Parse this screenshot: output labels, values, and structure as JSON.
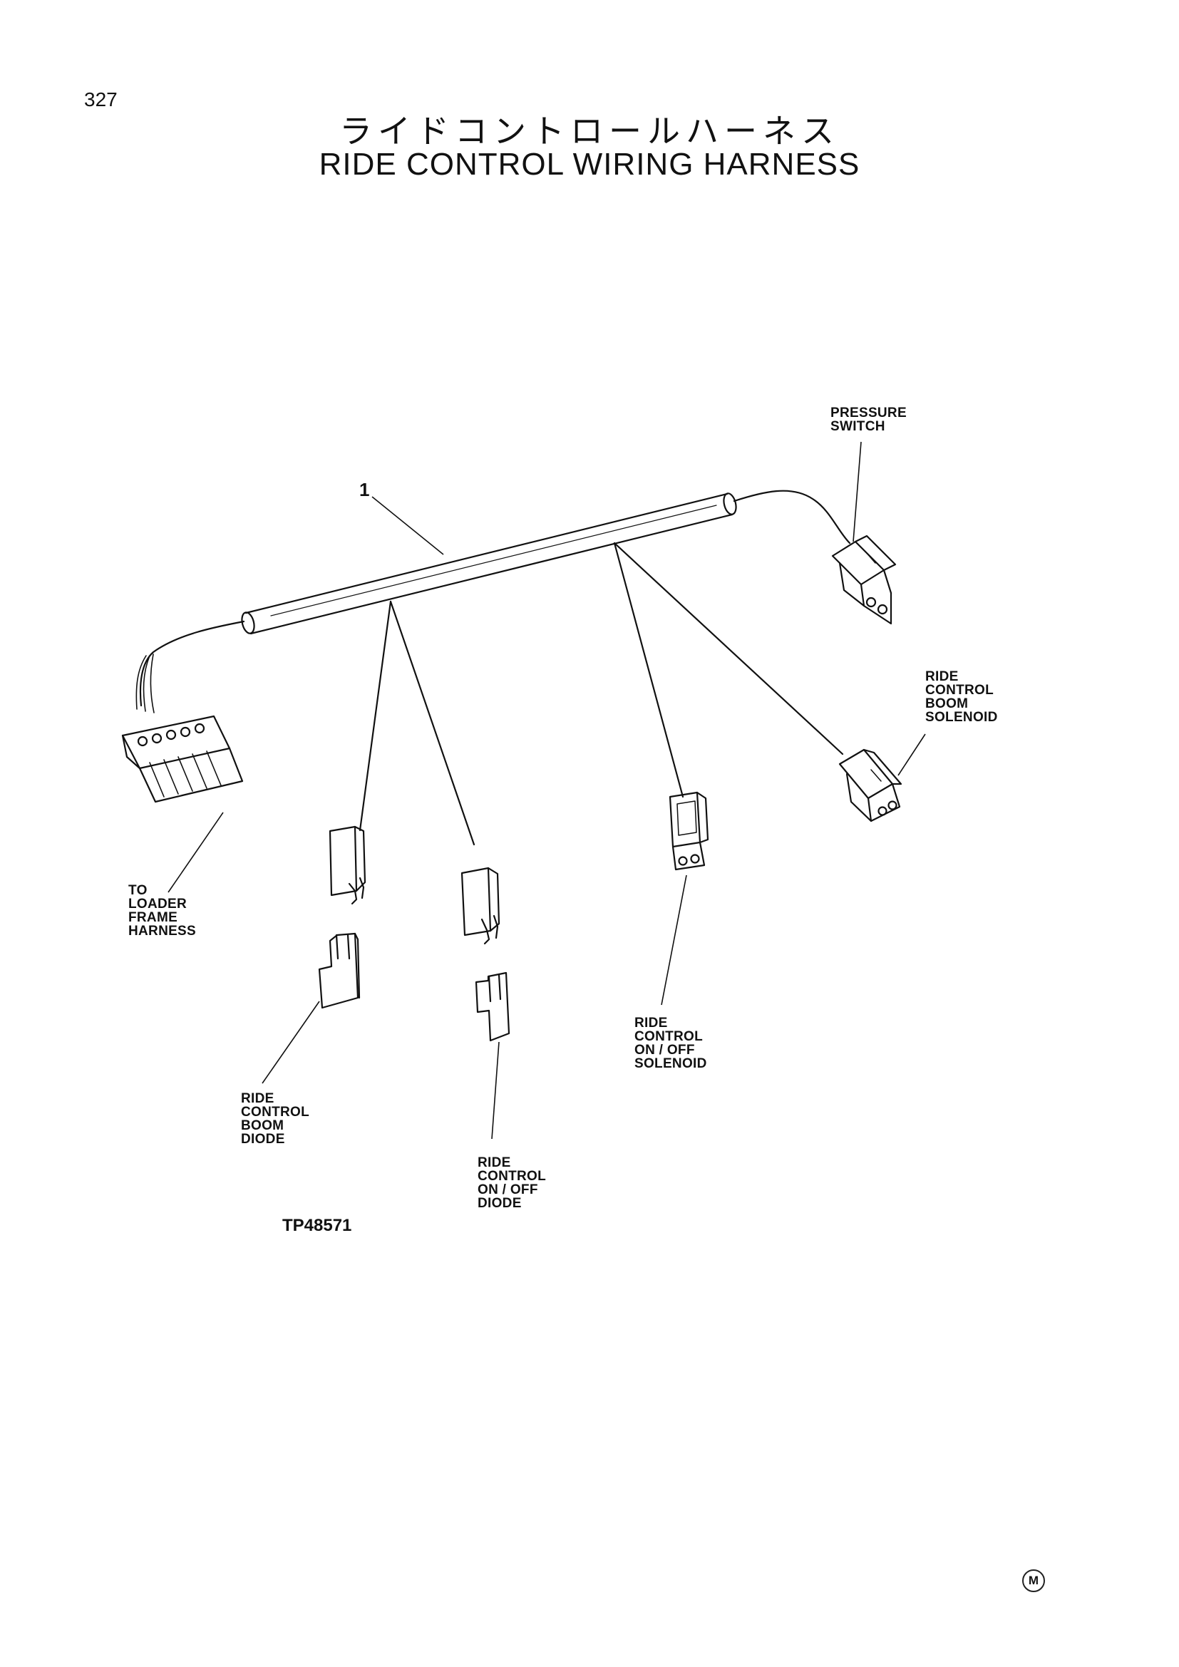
{
  "page": {
    "number": "327"
  },
  "title": {
    "japanese": "ライドコントロールハーネス",
    "english": "RIDE CONTROL WIRING HARNESS"
  },
  "figure": {
    "id": "TP48571",
    "callout": "1"
  },
  "labels": {
    "pressure_switch": "PRESSURE\nSWITCH",
    "boom_solenoid": "RIDE\nCONTROL\nBOOM\nSOLENOID",
    "loader_frame": "TO\nLOADER\nFRAME\nHARNESS",
    "onoff_solenoid": "RIDE\nCONTROL\nON / OFF\nSOLENOID",
    "boom_diode": "RIDE\nCONTROL\nBOOM\nDIODE",
    "onoff_diode": "RIDE\nCONTROL\nON / OFF\nDIODE"
  },
  "footer": {
    "mark": "M"
  }
}
